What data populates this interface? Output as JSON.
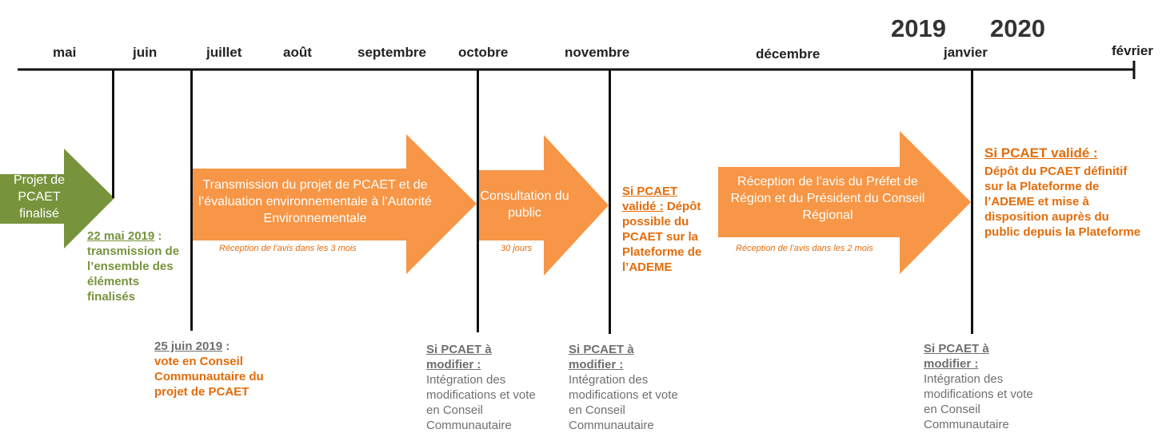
{
  "years": {
    "y2019": "2019",
    "y2020": "2020"
  },
  "months": [
    "mai",
    "juin",
    "juillet",
    "août",
    "septembre",
    "octobre",
    "novembre",
    "décembre",
    "janvier",
    "février"
  ],
  "colors": {
    "green": "#77933c",
    "orange_fill": "#f79646",
    "orange_text": "#e36c0a",
    "gray_text": "#6f6f6f"
  },
  "arrows": {
    "a1": {
      "text": "Projet de PCAET finalisé"
    },
    "a2": {
      "text": "Transmission du projet de PCAET et de l’évaluation environnementale à l’Autorité Environnementale",
      "sub": "Réception de l’avis dans les 3 mois"
    },
    "a3": {
      "text": "Consultation du public",
      "sub": "30 jours"
    },
    "a4": {
      "text": "Réception de l’avis du Préfet de Région et du Président du Conseil Régional",
      "sub": "Réception de l’avis dans les 2 mois"
    }
  },
  "notes": {
    "may22": {
      "date": "22 mai 2019",
      "sep": " :",
      "body": "transmission de l’ensemble des éléments finalisés"
    },
    "jun25": {
      "date": "25 juin 2019",
      "sep": " :",
      "body": "vote en Conseil Communautaire du projet de PCAET"
    },
    "nov_valid": {
      "head": "Si PCAET validé :",
      "body": " Dépôt possible du PCAET sur la Plateforme de l’ADEME"
    },
    "jan_valid": {
      "head": "Si PCAET validé :",
      "body": "Dépôt du PCAET définitif sur la Plateforme de l’ADEME et mise à disposition auprès du public depuis la Plateforme"
    },
    "oct_mod": {
      "head": "Si PCAET à modifier :",
      "body": "Intégration des modifications et vote en Conseil Communautaire"
    },
    "nov_mod": {
      "head": "Si PCAET à modifier :",
      "body": "Intégration des modifications et vote en Conseil Communautaire"
    },
    "jan_mod": {
      "head": "Si PCAET à modifier :",
      "body": "Intégration des modifications et vote en Conseil Communautaire"
    }
  }
}
